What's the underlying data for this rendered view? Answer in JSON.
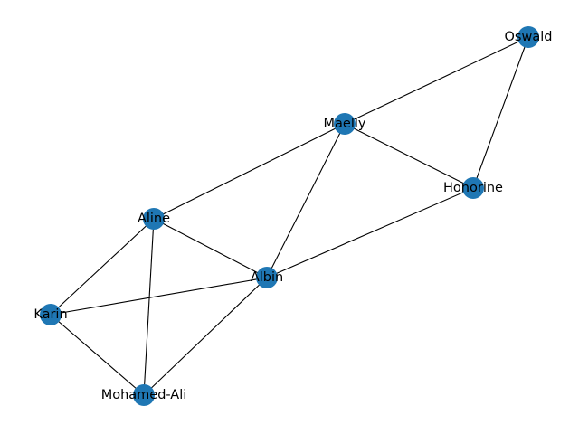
{
  "graph": {
    "node_color": "#1f77b4",
    "edge_color": "#000000",
    "nodes": [
      {
        "id": "oswald",
        "label": "Oswald"
      },
      {
        "id": "maelly",
        "label": "Maelly"
      },
      {
        "id": "honorine",
        "label": "Honorine"
      },
      {
        "id": "aline",
        "label": "Aline"
      },
      {
        "id": "albin",
        "label": "Albin"
      },
      {
        "id": "karin",
        "label": "Karin"
      },
      {
        "id": "mohamed-ali",
        "label": "Mohamed-Ali"
      }
    ],
    "edges": [
      [
        "oswald",
        "maelly"
      ],
      [
        "oswald",
        "honorine"
      ],
      [
        "maelly",
        "honorine"
      ],
      [
        "maelly",
        "aline"
      ],
      [
        "maelly",
        "albin"
      ],
      [
        "honorine",
        "albin"
      ],
      [
        "aline",
        "albin"
      ],
      [
        "aline",
        "karin"
      ],
      [
        "aline",
        "mohamed-ali"
      ],
      [
        "albin",
        "karin"
      ],
      [
        "albin",
        "mohamed-ali"
      ],
      [
        "karin",
        "mohamed-ali"
      ]
    ]
  }
}
